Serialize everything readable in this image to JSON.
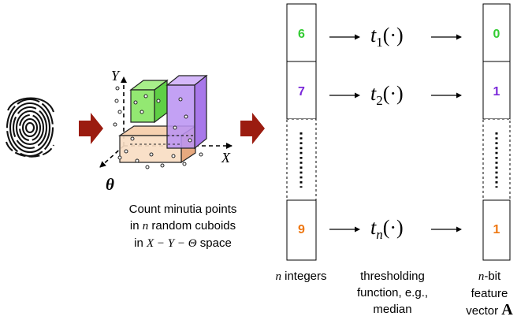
{
  "axes": {
    "y": "Y",
    "x": "X",
    "theta": "θ"
  },
  "cuboid_caption": {
    "line1": "Count minutia points",
    "line2_pre": "in ",
    "line2_n": "n",
    "line2_post": " random cuboids",
    "line3_pre": "in ",
    "line3_math": "X − Y − Θ",
    "line3_post": " space"
  },
  "integers": [
    "6",
    "7",
    "9"
  ],
  "bits": [
    "0",
    "1",
    "1"
  ],
  "functions": [
    {
      "base": "t",
      "sub": "1",
      "arg": "(·)"
    },
    {
      "base": "t",
      "sub": "2",
      "arg": "(·)"
    },
    {
      "base": "t",
      "sub": "n",
      "arg": "(·)"
    }
  ],
  "captions": {
    "integers_n": "n",
    "integers_rest": " integers",
    "thresholding_l1": "thresholding",
    "thresholding_l2": "function, e.g.,",
    "thresholding_l3": "median",
    "bits_n": "n",
    "bits_l1_rest": "-bit",
    "bits_l2": "feature",
    "bits_l3_pre": "vector ",
    "bits_l3_bold": "A"
  },
  "colors": {
    "green": "#33cc33",
    "purple": "#7a28d9",
    "orange": "#ee7711",
    "arrow_red": "#9b1c10"
  }
}
